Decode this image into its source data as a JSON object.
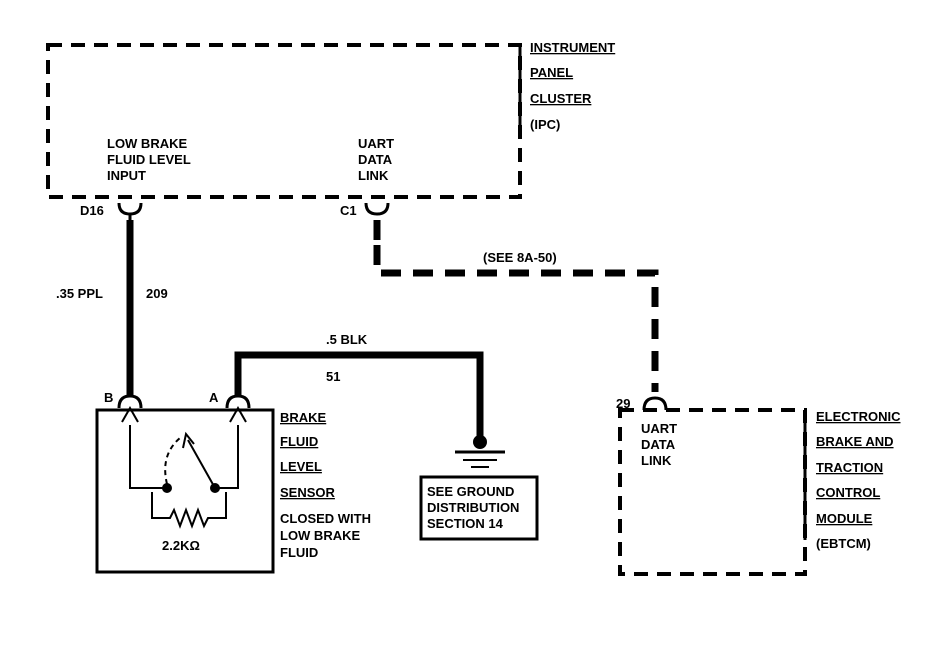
{
  "ipc": {
    "title_lines": [
      "INSTRUMENT",
      "PANEL",
      "CLUSTER",
      "(IPC)"
    ],
    "low_brake_lines": [
      "LOW BRAKE",
      "FLUID LEVEL",
      "INPUT"
    ],
    "uart_lines": [
      "UART",
      "DATA",
      "LINK"
    ],
    "pin_d16": "D16",
    "pin_c1": "C1"
  },
  "wire_209": {
    "gauge_color": ".35 PPL",
    "circuit": "209"
  },
  "wire_51": {
    "gauge_color": ".5 BLK",
    "circuit": "51"
  },
  "uart_link_ref": "(SEE 8A-50)",
  "sensor": {
    "pin_b": "B",
    "pin_a": "A",
    "title_lines": [
      "BRAKE",
      "FLUID",
      "LEVEL",
      "SENSOR"
    ],
    "note_lines": [
      "CLOSED WITH",
      "LOW BRAKE",
      "FLUID"
    ],
    "resistor": "2.2KΩ"
  },
  "ground_box_lines": [
    "SEE GROUND",
    "DISTRIBUTION",
    "SECTION 14"
  ],
  "ebtcm": {
    "pin": "29",
    "uart_lines": [
      "UART",
      "DATA",
      "LINK"
    ],
    "title_lines": [
      "ELECTRONIC",
      "BRAKE AND",
      "TRACTION",
      "CONTROL",
      "MODULE",
      "(EBTCM)"
    ]
  }
}
